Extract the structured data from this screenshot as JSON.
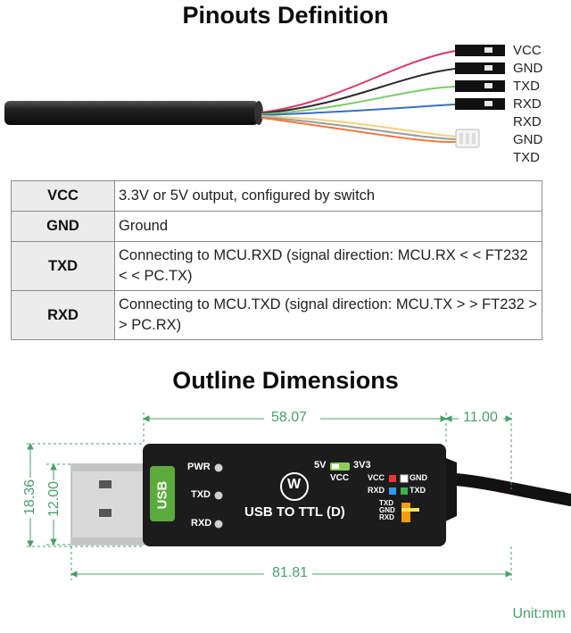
{
  "titles": {
    "pinouts": "Pinouts Definition",
    "outline": "Outline Dimensions"
  },
  "wire_labels": [
    "VCC",
    "GND",
    "TXD",
    "RXD",
    "RXD",
    "GND",
    "TXD"
  ],
  "wire_colors": [
    "#d83a6a",
    "#2a2a2a",
    "#7ccb6b",
    "#3a6fc2",
    "#f2d27a",
    "#9a9a9a",
    "#ee7b3b"
  ],
  "pin_table": [
    {
      "name": "VCC",
      "desc": "3.3V or 5V output, configured by switch"
    },
    {
      "name": "GND",
      "desc": "Ground"
    },
    {
      "name": "TXD",
      "desc": "Connecting to MCU.RXD (signal direction: MCU.RX < < FT232 < < PC.TX)"
    },
    {
      "name": "RXD",
      "desc": "Connecting to MCU.TXD (signal direction: MCU.TX > > FT232 > > PC.RX)"
    }
  ],
  "dimensions": {
    "body_length": "58.07",
    "strain_relief": "11.00",
    "total_length": "81.81",
    "total_height": "18.36",
    "plug_height": "12.00",
    "unit": "Unit:mm"
  },
  "device": {
    "usb_tab": "USB",
    "leds": [
      "PWR",
      "TXD",
      "RXD"
    ],
    "switch_left": "5V",
    "switch_right": "3V3",
    "switch_caption": "VCC",
    "legend_row1": [
      "VCC",
      "GND"
    ],
    "legend_row2": [
      "RXD",
      "TXD"
    ],
    "header_pins": [
      "TXD",
      "GND",
      "RXD"
    ],
    "product_name": "USB TO TTL (D)",
    "logo_text": "W"
  },
  "colors": {
    "dimension_green": "#48a06a",
    "device_body": "#1c1c1c",
    "usb_tab_green": "#5bab3c",
    "legend_red": "#e53935",
    "legend_blue": "#2e9be6",
    "legend_green": "#3cb24a",
    "header_orange": "#f39c12",
    "header_yellow": "#f5e35a"
  }
}
